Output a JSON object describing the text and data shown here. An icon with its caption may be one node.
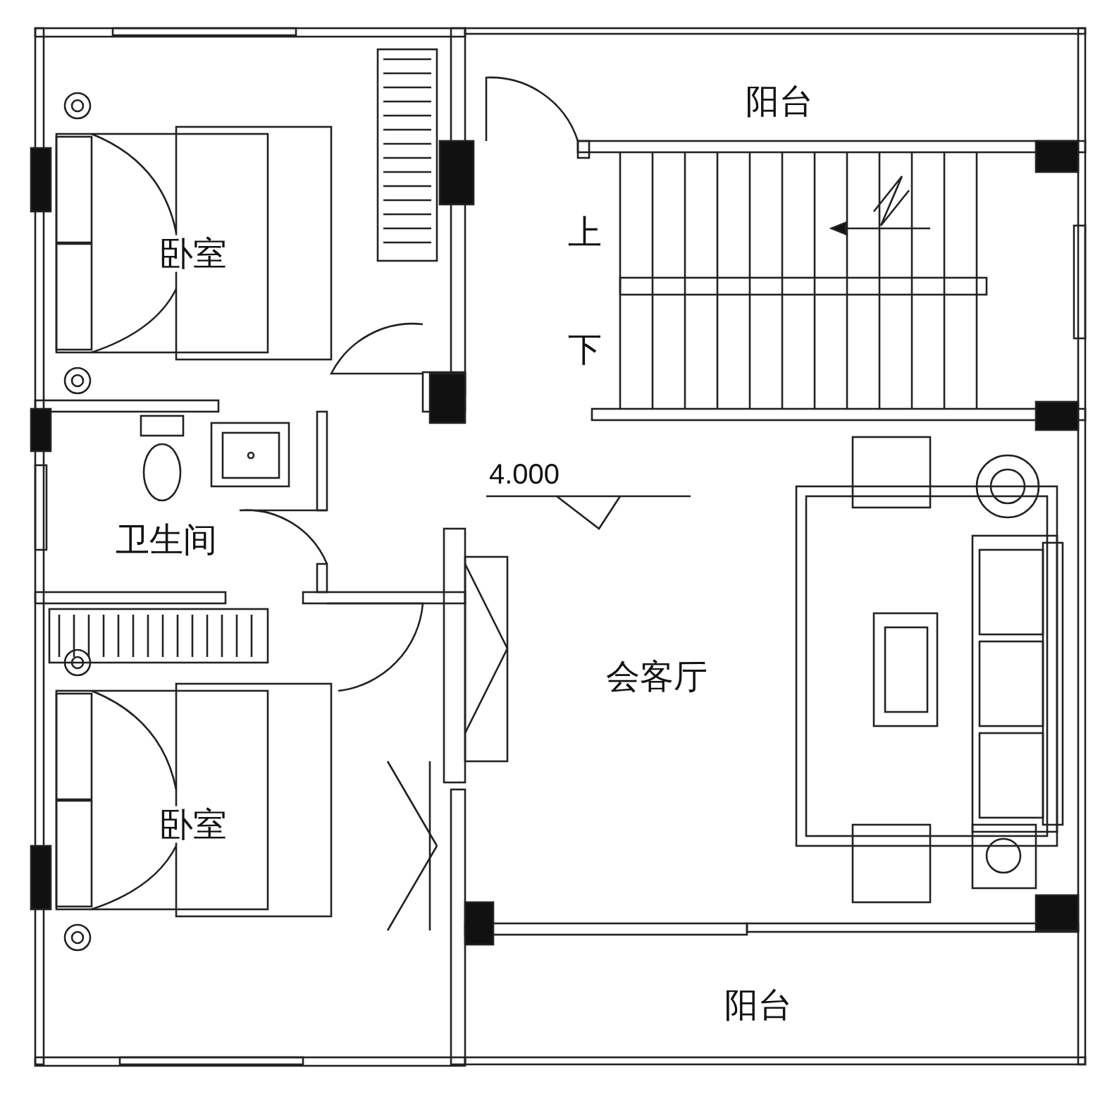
{
  "diagram": {
    "labels": [
      "阳台",
      "卧室",
      "上",
      "下",
      "卫生间",
      "4.000",
      "会客厅",
      "卧室",
      "阳台"
    ]
  }
}
